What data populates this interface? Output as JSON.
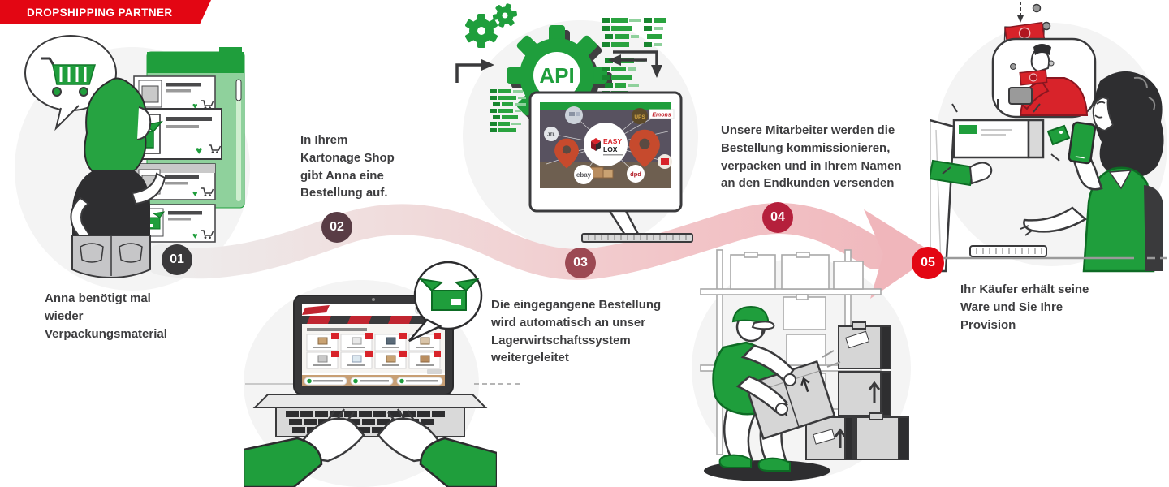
{
  "banner": {
    "title": "DROPSHIPPING PARTNER",
    "color": "#e30613"
  },
  "colors": {
    "brand_red": "#e30613",
    "brand_green": "#1f9e3c",
    "ribbon_pink": "#f0b6bb",
    "text": "#3d3d3f"
  },
  "steps": [
    {
      "number": "01",
      "text": "Anna benötigt mal\nwieder\nVerpackungsmaterial",
      "badge_color": "#3a393b"
    },
    {
      "number": "02",
      "text": "In Ihrem\nKartonage Shop\ngibt Anna eine\nBestellung auf.",
      "badge_color": "#593c45"
    },
    {
      "number": "03",
      "text": "Die eingegangene Bestellung\nwird automatisch an unser\nLagerwirtschaftssystem\nweitergeleitet",
      "badge_color": "#9c4953"
    },
    {
      "number": "04",
      "text": "Unsere Mitarbeiter werden die\nBestellung kommissionieren,\nverpacken und in Ihrem Namen\nan den Endkunden versenden",
      "badge_color": "#b5203c"
    },
    {
      "number": "05",
      "text": "Ihr Käufer erhält seine\nWare und Sie Ihre\nProvision",
      "badge_color": "#e30613"
    }
  ],
  "api": {
    "label": "API"
  },
  "integration_screen": {
    "logo_top": "EASY",
    "logo_bottom": "LOX",
    "partners": [
      "UPS",
      "Emons",
      "JTL",
      "ebay",
      "dpd"
    ]
  }
}
